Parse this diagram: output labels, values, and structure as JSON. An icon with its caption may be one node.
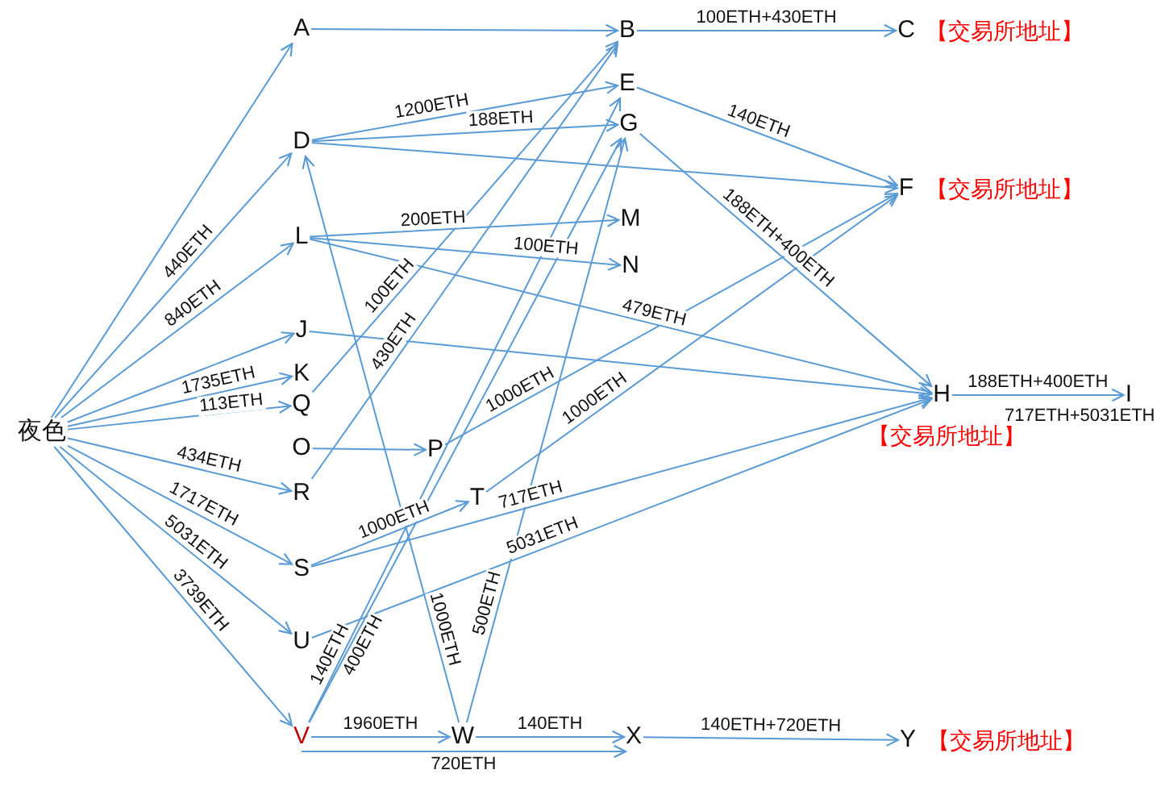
{
  "diagram": {
    "nodes": [
      {
        "text": [
          "夜色"
        ]
      },
      {
        "text": [
          "A"
        ]
      },
      {
        "text": [
          "D"
        ]
      },
      {
        "text": [
          "L"
        ]
      },
      {
        "text": [
          "J"
        ]
      },
      {
        "text": [
          "K"
        ]
      },
      {
        "text": [
          "Q"
        ]
      },
      {
        "text": [
          "O"
        ]
      },
      {
        "text": [
          "R"
        ]
      },
      {
        "text": [
          "S"
        ]
      },
      {
        "text": [
          "U"
        ]
      },
      {
        "text": [
          "V"
        ]
      },
      {
        "text": [
          "B"
        ]
      },
      {
        "text": [
          "E"
        ]
      },
      {
        "text": [
          "G"
        ]
      },
      {
        "text": [
          "M"
        ]
      },
      {
        "text": [
          "N"
        ]
      },
      {
        "text": [
          "P"
        ]
      },
      {
        "text": [
          "T"
        ]
      },
      {
        "text": [
          "W"
        ]
      },
      {
        "text": [
          "X"
        ]
      },
      {
        "text": [
          "C"
        ],
        "beside": [
          "【交易所地址】"
        ]
      },
      {
        "text": [
          "F"
        ],
        "beside": [
          "【交易所地址】"
        ]
      },
      {
        "text": [
          "H"
        ],
        "beside": [
          "【交易所地址】"
        ]
      },
      {
        "text": [
          "I"
        ]
      },
      {
        "text": [
          "Y"
        ],
        "beside": [
          "【交易所地址】"
        ]
      }
    ],
    "edges": [
      {
        "from": 0,
        "to": 1,
        "arrow": "to"
      },
      {
        "from": 0,
        "to": 2,
        "arrow": "to",
        "label": "440ETH"
      },
      {
        "from": 0,
        "to": 3,
        "arrow": "to",
        "label": "840ETH"
      },
      {
        "from": 0,
        "to": 4,
        "arrow": "to"
      },
      {
        "from": 0,
        "to": 5,
        "arrow": "to",
        "label": "1735ETH"
      },
      {
        "from": 0,
        "to": 6,
        "arrow": "to",
        "label": "113ETH"
      },
      {
        "from": 0,
        "to": 8,
        "arrow": "to",
        "label": "434ETH"
      },
      {
        "from": 0,
        "to": 9,
        "arrow": "to",
        "label": "1717ETH"
      },
      {
        "from": 0,
        "to": 10,
        "arrow": "to",
        "label": "5031ETH"
      },
      {
        "from": 0,
        "to": 11,
        "arrow": "to",
        "label": "3739ETH"
      },
      {
        "from": 1,
        "to": 12,
        "arrow": "to"
      },
      {
        "from": 12,
        "to": 21,
        "arrow": "to",
        "label": "100ETH+430ETH"
      },
      {
        "from": 2,
        "to": 13,
        "arrow": "to",
        "label": "1200ETH"
      },
      {
        "from": 2,
        "to": 14,
        "arrow": "to",
        "label": "188ETH"
      },
      {
        "from": 2,
        "to": 22,
        "arrow": "to"
      },
      {
        "from": 3,
        "to": 15,
        "arrow": "to",
        "label": "200ETH"
      },
      {
        "from": 3,
        "to": 16,
        "arrow": "to",
        "label": "100ETH"
      },
      {
        "from": 3,
        "to": 23,
        "arrow": "to",
        "label": "479ETH"
      },
      {
        "from": 4,
        "to": 23,
        "arrow": "to"
      },
      {
        "from": 6,
        "to": 12,
        "arrow": "to",
        "label": "100ETH"
      },
      {
        "from": 8,
        "to": 12,
        "arrow": "to",
        "label": "430ETH"
      },
      {
        "from": 7,
        "to": 17,
        "arrow": "to"
      },
      {
        "from": 17,
        "to": 22,
        "arrow": "to",
        "label": "1000ETH"
      },
      {
        "from": 18,
        "to": 22,
        "arrow": "to",
        "label": "1000ETH"
      },
      {
        "from": 9,
        "to": 18,
        "arrow": "to",
        "label": "1000ETH"
      },
      {
        "from": 9,
        "to": 23,
        "arrow": "to",
        "label": "717ETH"
      },
      {
        "from": 10,
        "to": 23,
        "arrow": "to",
        "label": "5031ETH"
      },
      {
        "from": 13,
        "to": 22,
        "arrow": "to",
        "label": "140ETH"
      },
      {
        "from": 14,
        "to": 23,
        "arrow": "to",
        "label": "188ETH+400ETH"
      },
      {
        "from": 11,
        "to": 13,
        "arrow": "to",
        "label": "140ETH"
      },
      {
        "from": 11,
        "to": 14,
        "arrow": "to",
        "label": "400ETH"
      },
      {
        "from": 19,
        "to": 2,
        "arrow": "to",
        "label": "1000ETH"
      },
      {
        "from": 19,
        "to": 14,
        "arrow": "to",
        "label": "500ETH"
      },
      {
        "from": 11,
        "to": 19,
        "arrow": "to",
        "label": "1960ETH"
      },
      {
        "from": 19,
        "to": 20,
        "arrow": "to",
        "label": "140ETH"
      },
      {
        "from": 11,
        "to": 20,
        "arrow": "to",
        "label": "720ETH"
      },
      {
        "from": 20,
        "to": 25,
        "arrow": "to",
        "label": "140ETH+720ETH"
      },
      {
        "from": 23,
        "to": 24,
        "arrow": "to",
        "label": "188ETH+400ETH"
      }
    ],
    "labels": [
      "717ETH+5031ETH"
    ]
  }
}
